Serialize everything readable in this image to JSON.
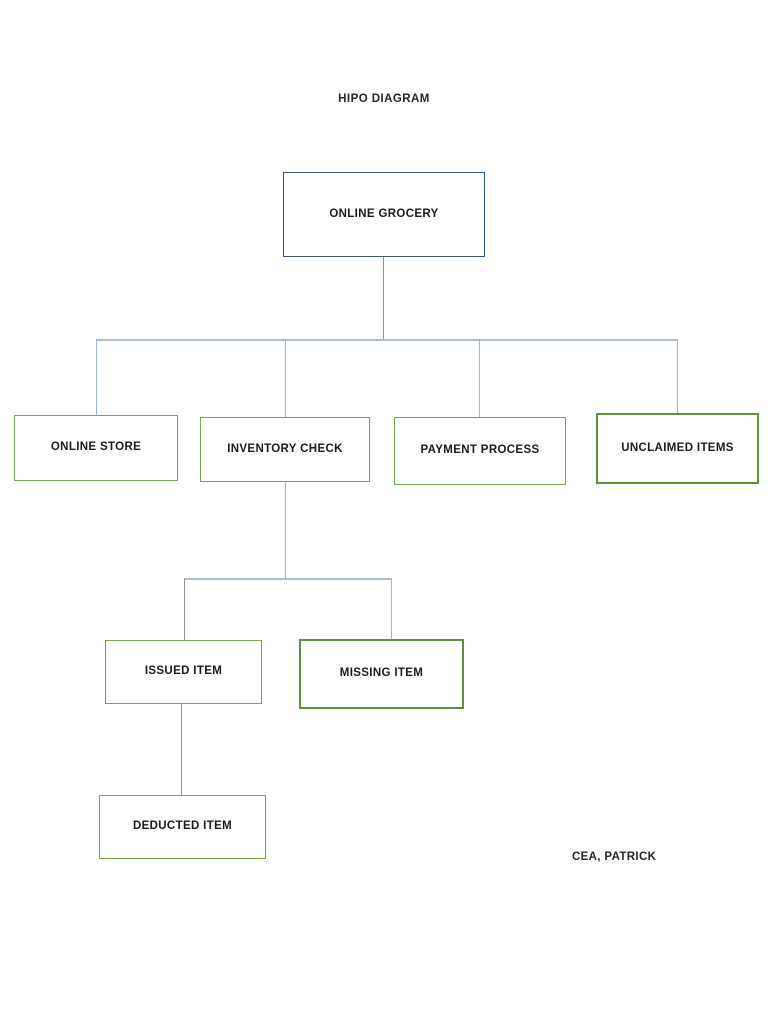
{
  "document": {
    "title": "HIPO DIAGRAM",
    "author_note": "CEA, PATRICK"
  },
  "colors": {
    "root_border": "#36567f",
    "node_border_green": "#76a644",
    "node_border_green_bold": "#5f9132",
    "connector_blue": "#9fb3cc",
    "connector_grey": "#8f9194",
    "text": "#1a1a1a",
    "background": "#ffffff"
  },
  "chart_data": {
    "type": "diagram",
    "diagram_kind": "hierarchy-tree",
    "title": "HIPO DIAGRAM",
    "nodes": [
      {
        "id": "online-grocery",
        "label": "ONLINE GROCERY",
        "level": 0,
        "parent": null,
        "border": "#36567f"
      },
      {
        "id": "online-store",
        "label": "ONLINE STORE",
        "level": 1,
        "parent": "online-grocery",
        "border": "#76a644"
      },
      {
        "id": "inventory-check",
        "label": "INVENTORY CHECK",
        "level": 1,
        "parent": "online-grocery",
        "border": "#76a644"
      },
      {
        "id": "payment-process",
        "label": "PAYMENT PROCESS",
        "level": 1,
        "parent": "online-grocery",
        "border": "#76a644"
      },
      {
        "id": "unclaimed-items",
        "label": "UNCLAIMED ITEMS",
        "level": 1,
        "parent": "online-grocery",
        "border": "#5f9132"
      },
      {
        "id": "issued-item",
        "label": "ISSUED ITEM",
        "level": 2,
        "parent": "inventory-check",
        "border": "#76a644"
      },
      {
        "id": "missing-item",
        "label": "MISSING ITEM",
        "level": 2,
        "parent": "inventory-check",
        "border": "#5f9132"
      },
      {
        "id": "deducted-item",
        "label": "DEDUCTED ITEM",
        "level": 3,
        "parent": "issued-item",
        "border": "#76a644"
      }
    ],
    "edges": [
      {
        "from": "online-grocery",
        "to": "online-store"
      },
      {
        "from": "online-grocery",
        "to": "inventory-check"
      },
      {
        "from": "online-grocery",
        "to": "payment-process"
      },
      {
        "from": "online-grocery",
        "to": "unclaimed-items"
      },
      {
        "from": "inventory-check",
        "to": "issued-item"
      },
      {
        "from": "inventory-check",
        "to": "missing-item"
      },
      {
        "from": "issued-item",
        "to": "deducted-item"
      }
    ]
  },
  "nodes": {
    "online_grocery": "ONLINE GROCERY",
    "online_store": "ONLINE STORE",
    "inventory_check": "INVENTORY CHECK",
    "payment_process": "PAYMENT PROCESS",
    "unclaimed_items": "UNCLAIMED ITEMS",
    "issued_item": "ISSUED ITEM",
    "missing_item": "MISSING ITEM",
    "deducted_item": "DEDUCTED ITEM"
  }
}
